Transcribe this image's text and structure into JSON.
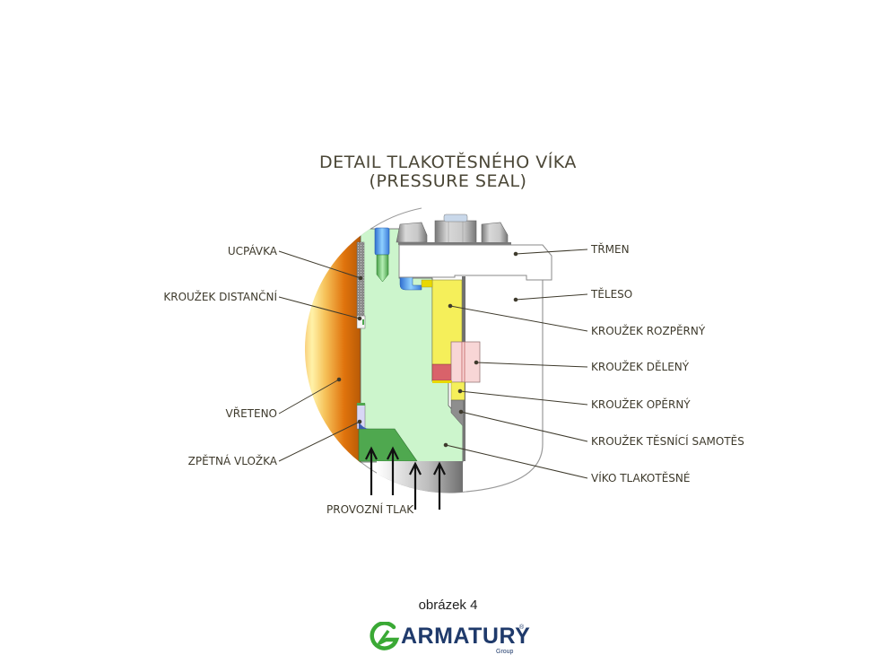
{
  "title": {
    "line1": "DETAIL TLAKOTĚSNÉHO VÍKA",
    "line2": "(PRESSURE SEAL)"
  },
  "labels_left": [
    {
      "id": "ucpavka",
      "text": "UCPÁVKA"
    },
    {
      "id": "krouzek-distancni",
      "text": "KROUŽEK DISTANČNÍ"
    },
    {
      "id": "vreteno",
      "text": "VŘETENO"
    },
    {
      "id": "zpetna-vlozka",
      "text": "ZPĚTNÁ VLOŽKA"
    }
  ],
  "labels_right": [
    {
      "id": "trmen",
      "text": "TŘMEN"
    },
    {
      "id": "teleso",
      "text": "TĚLESO"
    },
    {
      "id": "krouzek-rozperny",
      "text": "KROUŽEK ROZPĚRNÝ"
    },
    {
      "id": "krouzek-deleny",
      "text": "KROUŽEK DĚLENÝ"
    },
    {
      "id": "krouzek-operny",
      "text": "KROUŽEK OPĚRNÝ"
    },
    {
      "id": "krouzek-tesnici",
      "text": "KROUŽEK TĚSNÍCÍ SAMOTĚS"
    },
    {
      "id": "viko",
      "text": "VÍKO TLAKOTĚSNÉ"
    }
  ],
  "label_bottom": {
    "text": "PROVOZNÍ TLAK"
  },
  "caption": "obrázek 4",
  "logo": {
    "name": "ARMATURY",
    "sub": "Group",
    "reg": "®",
    "colors": {
      "green": "#3aa935",
      "navy": "#1f3a6b"
    }
  },
  "colors": {
    "text": "#3e3a2c",
    "cover_green": "#ccf5cc",
    "dark_green": "#4fa84f",
    "yellow": "#f5ef5a",
    "pink": "#f8d6d6",
    "red": "#d9626a",
    "orange": "#e07a10",
    "blue": "#5aa6f0",
    "grey": "#8a8a8a"
  }
}
